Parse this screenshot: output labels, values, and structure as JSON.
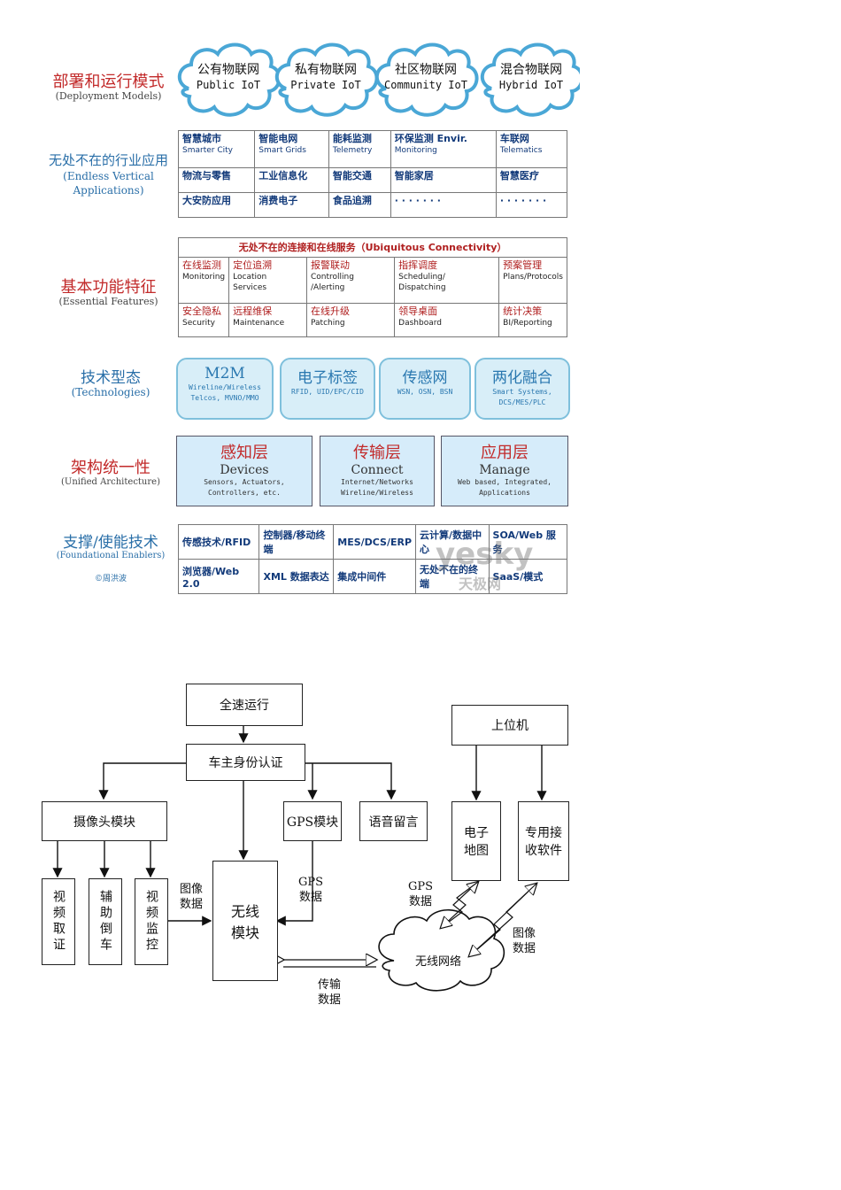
{
  "rows": {
    "deployment": {
      "cn": "部署和运行模式",
      "en": "(Deployment Models)"
    },
    "apps": {
      "cn": "无处不在的行业应用",
      "en1": "(Endless Vertical",
      "en2": "Applications)"
    },
    "features": {
      "cn": "基本功能特征",
      "en": "(Essential Features)"
    },
    "tech": {
      "cn": "技术型态",
      "en": "(Technologies)"
    },
    "arch": {
      "cn": "架构统一性",
      "en": "(Unified Architecture)"
    },
    "enablers": {
      "cn": "支撑/使能技术",
      "en": "(Foundational Enablers)",
      "author": "©周洪波"
    }
  },
  "clouds": [
    {
      "cn": "公有物联网",
      "en": "Public IoT"
    },
    {
      "cn": "私有物联网",
      "en": "Private IoT"
    },
    {
      "cn": "社区物联网",
      "en": "Community IoT"
    },
    {
      "cn": "混合物联网",
      "en": "Hybrid IoT"
    }
  ],
  "apps_grid": [
    [
      {
        "cn": "智慧城市",
        "en": "Smarter City"
      },
      {
        "cn": "智能电网",
        "en": "Smart Grids"
      },
      {
        "cn": "能耗监测",
        "en": "Telemetry"
      },
      {
        "cn": "环保监测 Envir.",
        "en": "Monitoring"
      },
      {
        "cn": "车联网",
        "en": "Telematics"
      }
    ],
    [
      {
        "cn": "物流与零售",
        "en": ""
      },
      {
        "cn": "工业信息化",
        "en": ""
      },
      {
        "cn": "智能交通",
        "en": ""
      },
      {
        "cn": "智能家居",
        "en": ""
      },
      {
        "cn": "智慧医疗",
        "en": ""
      }
    ],
    [
      {
        "cn": "大安防应用",
        "en": ""
      },
      {
        "cn": "消费电子",
        "en": ""
      },
      {
        "cn": "食品追溯",
        "en": ""
      },
      {
        "cn": "· · · · · · ·",
        "en": ""
      },
      {
        "cn": "· · · · · · ·",
        "en": ""
      }
    ]
  ],
  "features_header": "无处不在的连接和在线服务（Ubiquitous Connectivity）",
  "features_grid": [
    [
      {
        "cn": "在线监测",
        "en": "Monitoring"
      },
      {
        "cn": "定位追溯",
        "en": "Location Services"
      },
      {
        "cn": "报警联动",
        "en": "Controlling /Alerting"
      },
      {
        "cn": "指挥调度",
        "en": "Scheduling/ Dispatching"
      },
      {
        "cn": "预案管理",
        "en": "Plans/Protocols"
      }
    ],
    [
      {
        "cn": "安全隐私",
        "en": "Security"
      },
      {
        "cn": "远程维保",
        "en": "Maintenance"
      },
      {
        "cn": "在线升级",
        "en": "Patching"
      },
      {
        "cn": "领导桌面",
        "en": "Dashboard"
      },
      {
        "cn": "统计决策",
        "en": "BI/Reporting"
      }
    ]
  ],
  "technologies": [
    {
      "t1": "M2M",
      "t2a": "Wireline/Wireless",
      "t2b": "Telcos, MVNO/MMO"
    },
    {
      "t1": "电子标签",
      "t2a": "RFID, UID/EPC/CID",
      "t2b": ""
    },
    {
      "t1": "传感网",
      "t2a": "WSN, OSN, BSN",
      "t2b": ""
    },
    {
      "t1": "两化融合",
      "t2a": "Smart Systems,",
      "t2b": "DCS/MES/PLC"
    }
  ],
  "architecture": [
    {
      "cn": "感知层",
      "en": "Devices",
      "s1": "Sensors, Actuators,",
      "s2": "Controllers, etc."
    },
    {
      "cn": "传输层",
      "en": "Connect",
      "s1": "Internet/Networks",
      "s2": "Wireline/Wireless"
    },
    {
      "cn": "应用层",
      "en": "Manage",
      "s1": "Web based, Integrated,",
      "s2": "Applications"
    }
  ],
  "enablers_grid": [
    [
      "传感技术/RFID",
      "控制器/移动终端",
      "MES/DCS/ERP",
      "云计算/数据中心",
      "SOA/Web 服务"
    ],
    [
      "浏览器/Web 2.0",
      "XML 数据表达",
      "集成中间件",
      "无处不在的终端",
      "SaaS/模式"
    ]
  ],
  "watermark": {
    "en": "yesky",
    "cn": "天极网"
  },
  "flow": {
    "full_speed": "全速运行",
    "owner_auth": "车主身份认证",
    "camera": "摄像头模块",
    "gps_module": "GPS模块",
    "voice_msg": "语音留言",
    "video_evidence": "视频取证",
    "reverse_assist": "辅助倒车",
    "video_monitor": "视频监控",
    "wireless_module": "无线模块",
    "host": "上位机",
    "e_map": "电子地图",
    "recv_software": "专用接收软件",
    "wireless_net": "无线网络",
    "image_data_1": "图像数据",
    "gps_data_1": "GPS数据",
    "gps_data_2": "GPS数据",
    "image_data_2": "图像数据",
    "trans_data": "传输数据"
  }
}
